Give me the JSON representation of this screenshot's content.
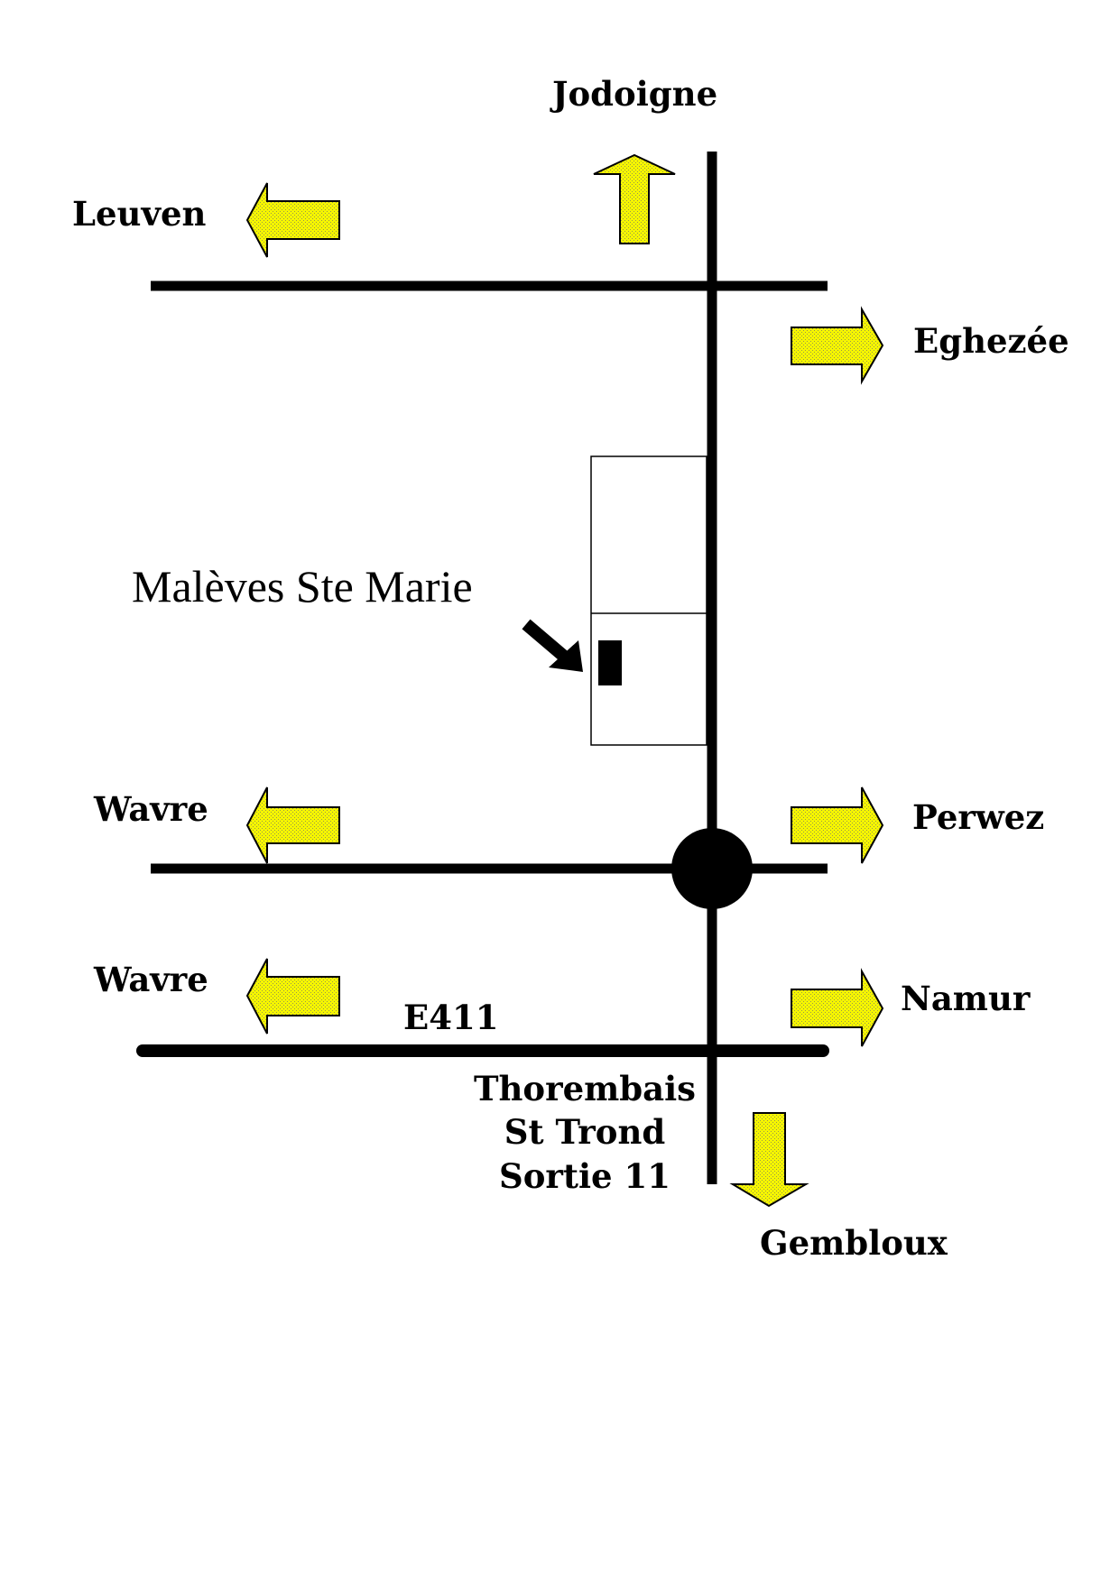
{
  "map": {
    "labels": {
      "jodoigne": "Jodoigne",
      "leuven": "Leuven",
      "eghezee": "Eghezée",
      "village": "Malèves Ste Marie",
      "wavre_north": "Wavre",
      "perwez": "Perwez",
      "wavre_south": "Wavre",
      "namur": "Namur",
      "highway": "E411",
      "exit_line1": "Thorembais",
      "exit_line2": "St Trond",
      "exit_line3": "Sortie 11",
      "gembloux": "Gembloux"
    },
    "arrows": {
      "jodoigne": "up",
      "leuven": "left",
      "eghezee": "right",
      "wavre_north": "left",
      "perwez": "right",
      "wavre_south": "left",
      "namur": "right",
      "gembloux": "down"
    },
    "colors": {
      "arrow_fill": "#f5f500",
      "arrow_dots": "#9a9a4a",
      "road": "#000000",
      "background": "#ffffff"
    }
  }
}
